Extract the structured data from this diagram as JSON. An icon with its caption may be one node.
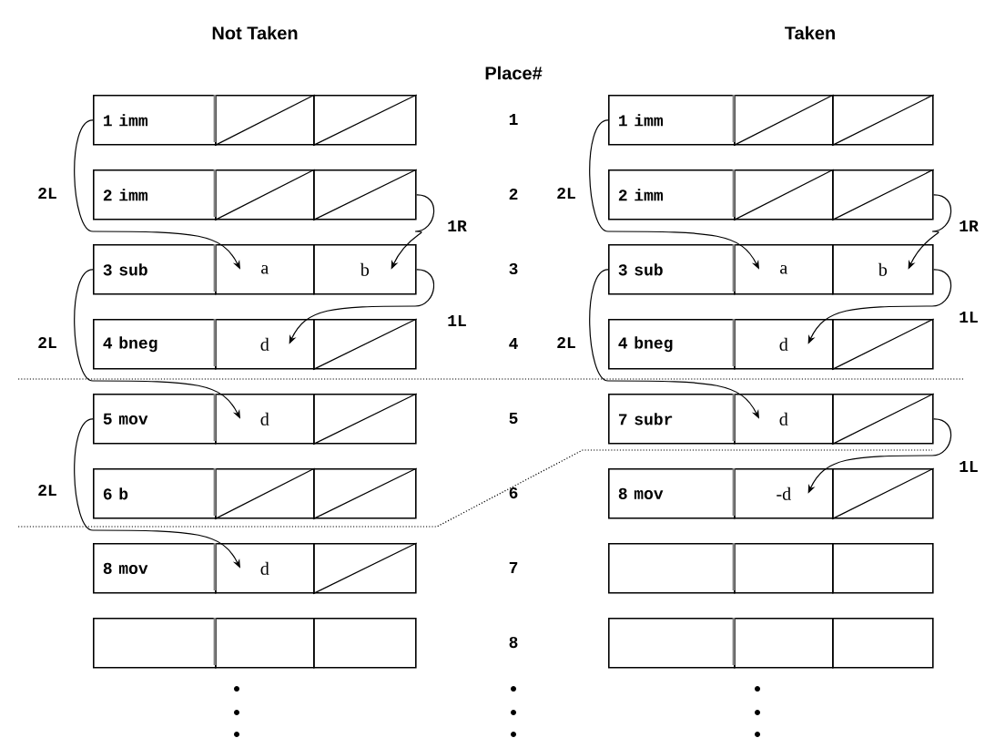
{
  "diagram": {
    "nodes": [
      {
        "text": [
          "1 imm"
        ]
      },
      {
        "text": [],
        "shape": "slash"
      },
      {
        "text": [],
        "shape": "slash"
      },
      {
        "text": [
          "2 imm"
        ]
      },
      {
        "text": [],
        "shape": "slash"
      },
      {
        "text": [],
        "shape": "slash"
      },
      {
        "text": [
          "3 sub"
        ]
      },
      {
        "text": [
          "a"
        ]
      },
      {
        "text": [
          "b"
        ]
      },
      {
        "text": [
          "4 bneg"
        ]
      },
      {
        "text": [
          "d"
        ]
      },
      {
        "text": [],
        "shape": "slash"
      },
      {
        "text": [
          "5 mov"
        ]
      },
      {
        "text": [
          "d"
        ]
      },
      {
        "text": [],
        "shape": "slash"
      },
      {
        "text": [
          "6 b"
        ]
      },
      {
        "text": [],
        "shape": "slash"
      },
      {
        "text": [],
        "shape": "slash"
      },
      {
        "text": [
          "8 mov"
        ]
      },
      {
        "text": [
          "d"
        ]
      },
      {
        "text": [],
        "shape": "slash"
      },
      {
        "text": [],
        "shape": "box"
      },
      {
        "text": [],
        "shape": "box"
      },
      {
        "text": [],
        "shape": "box"
      },
      {
        "text": [
          "1 imm"
        ]
      },
      {
        "text": [],
        "shape": "slash"
      },
      {
        "text": [],
        "shape": "slash"
      },
      {
        "text": [
          "2 imm"
        ]
      },
      {
        "text": [],
        "shape": "slash"
      },
      {
        "text": [],
        "shape": "slash"
      },
      {
        "text": [
          "3 sub"
        ]
      },
      {
        "text": [
          "a"
        ]
      },
      {
        "text": [
          "b"
        ]
      },
      {
        "text": [
          "4 bneg"
        ]
      },
      {
        "text": [
          "d"
        ]
      },
      {
        "text": [],
        "shape": "slash"
      },
      {
        "text": [
          "7 subr"
        ]
      },
      {
        "text": [
          "d"
        ]
      },
      {
        "text": [],
        "shape": "slash"
      },
      {
        "text": [
          "8 mov"
        ]
      },
      {
        "text": [
          "-d"
        ]
      },
      {
        "text": [],
        "shape": "slash"
      },
      {
        "text": [],
        "shape": "box"
      },
      {
        "text": [],
        "shape": "box"
      },
      {
        "text": [],
        "shape": "box"
      },
      {
        "text": [],
        "shape": "box"
      },
      {
        "text": [],
        "shape": "box"
      },
      {
        "text": [],
        "shape": "box"
      }
    ],
    "edges": [
      {
        "from": 0,
        "to": 7,
        "arrow": "to",
        "label": "2L"
      },
      {
        "from": 5,
        "to": 8,
        "arrow": "to",
        "label": "1R"
      },
      {
        "from": 8,
        "to": 10,
        "arrow": "to",
        "label": "1L"
      },
      {
        "from": 6,
        "to": 13,
        "arrow": "to",
        "label": "2L"
      },
      {
        "from": 12,
        "to": 19,
        "arrow": "to",
        "label": "2L"
      },
      {
        "from": 24,
        "to": 31,
        "arrow": "to",
        "label": "2L"
      },
      {
        "from": 29,
        "to": 32,
        "arrow": "to",
        "label": "1R"
      },
      {
        "from": 32,
        "to": 34,
        "arrow": "to",
        "label": "1L"
      },
      {
        "from": 30,
        "to": 37,
        "arrow": "to",
        "label": "2L"
      },
      {
        "from": 38,
        "to": 40,
        "arrow": "to",
        "label": "1L"
      }
    ],
    "labels": [
      "Not Taken",
      "Taken",
      "Place#",
      "1",
      "2",
      "3",
      "4",
      "5",
      "6",
      "7",
      "8"
    ]
  }
}
